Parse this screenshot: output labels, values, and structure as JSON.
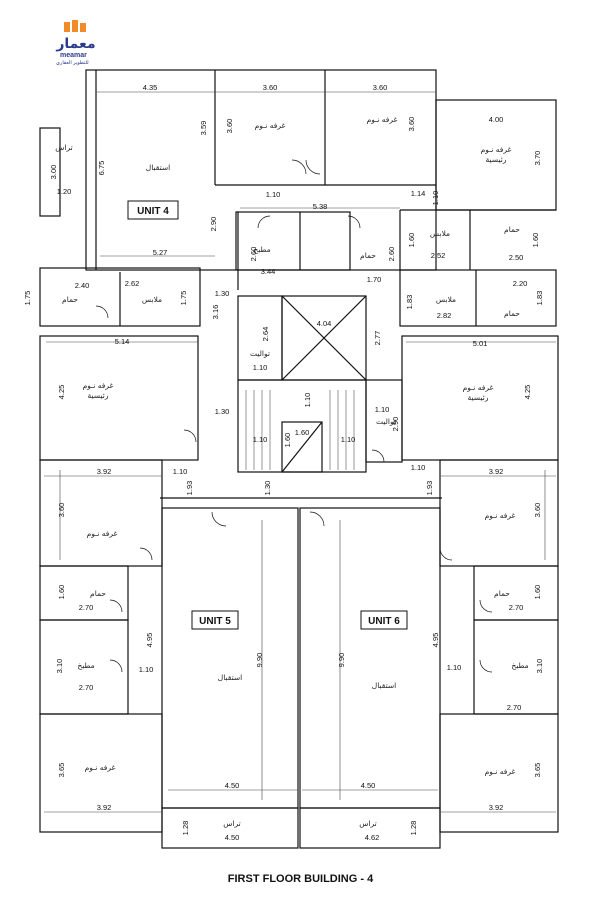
{
  "logo": {
    "brand": "معمار",
    "word": "meamar",
    "sub": "للتطوير العقاري"
  },
  "title": "FIRST FLOOR BUILDING - 4",
  "units": {
    "u4": "UNIT 4",
    "u5": "UNIT 5",
    "u6": "UNIT 6"
  },
  "rooms": {
    "terrace": "تراس",
    "living": "استقبال",
    "bedroom": "غرفه نـوم",
    "master_bedroom_1": "غرفه نـوم",
    "master_bedroom_2": "رئيسية",
    "bath": "حمام",
    "closet": "ملابس",
    "kitchen": "مطبخ",
    "toilet": "تواليت"
  },
  "dims": {
    "d435": "4.35",
    "d360": "3.60",
    "d359": "3.59",
    "d400": "4.00",
    "d370": "3.70",
    "d675": "6.75",
    "d300": "3.00",
    "d120": "1.20",
    "d110": "1.10",
    "d538": "5.38",
    "d114": "1.14",
    "d290": "2.90",
    "d260": "2.60",
    "d344": "3.44",
    "d170": "1.70",
    "d160": "1.60",
    "d252": "2.52",
    "d250": "2.50",
    "d527": "5.27",
    "d240": "2.40",
    "d262": "2.62",
    "d175": "1.75",
    "d130": "1.30",
    "d316": "3.16",
    "d264": "2.64",
    "d404": "4.04",
    "d277": "2.77",
    "d183": "1.83",
    "d282": "2.82",
    "d220": "2.20",
    "d514": "5.14",
    "d501": "5.01",
    "d425": "4.25",
    "d392": "3.92",
    "d193": "1.93",
    "d270": "2.70",
    "d495": "4.95",
    "d310": "3.10",
    "d990": "9.90",
    "d365": "3.65",
    "d450": "4.50",
    "d128": "1.28",
    "d462": "4.62"
  }
}
